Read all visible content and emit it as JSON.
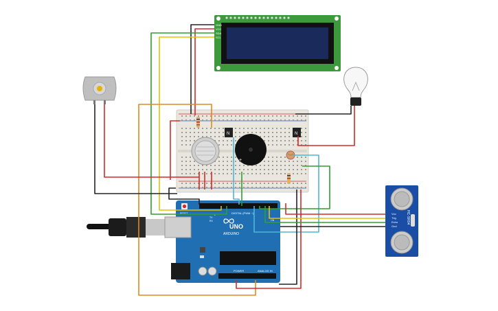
{
  "board": {
    "brand": "ARDUINO",
    "model": "UNO",
    "reset_label": "RESET",
    "digital_label": "DIGITAL (PWM ~)",
    "power_label": "POWER",
    "analog_label": "ANALOG IN",
    "on_label": "ON",
    "tx_label": "TX",
    "rx_label": "RX",
    "l_label": "L"
  },
  "lcd": {
    "pin_labels": [
      "GND",
      "VCC",
      "SDA",
      "SCL"
    ]
  },
  "ultrasonic": {
    "model": "HC-SR04",
    "pin_labels": [
      "Vcc",
      "Trig",
      "Echo",
      "Gnd"
    ]
  },
  "transistor_label": "N",
  "buzzer": {
    "plus": "+"
  },
  "colors": {
    "board_blue": "#1f6fb2",
    "breadboard": "#e8e6de",
    "lcd_pcb": "#3c9a3c",
    "lcd_screen": "#1a2a5a",
    "wire_red": "#d62828",
    "wire_black": "#222222",
    "wire_green": "#2ea02e",
    "wire_yellow": "#e6c200",
    "wire_orange": "#e08a1e",
    "wire_cyan": "#4fb6d6"
  }
}
